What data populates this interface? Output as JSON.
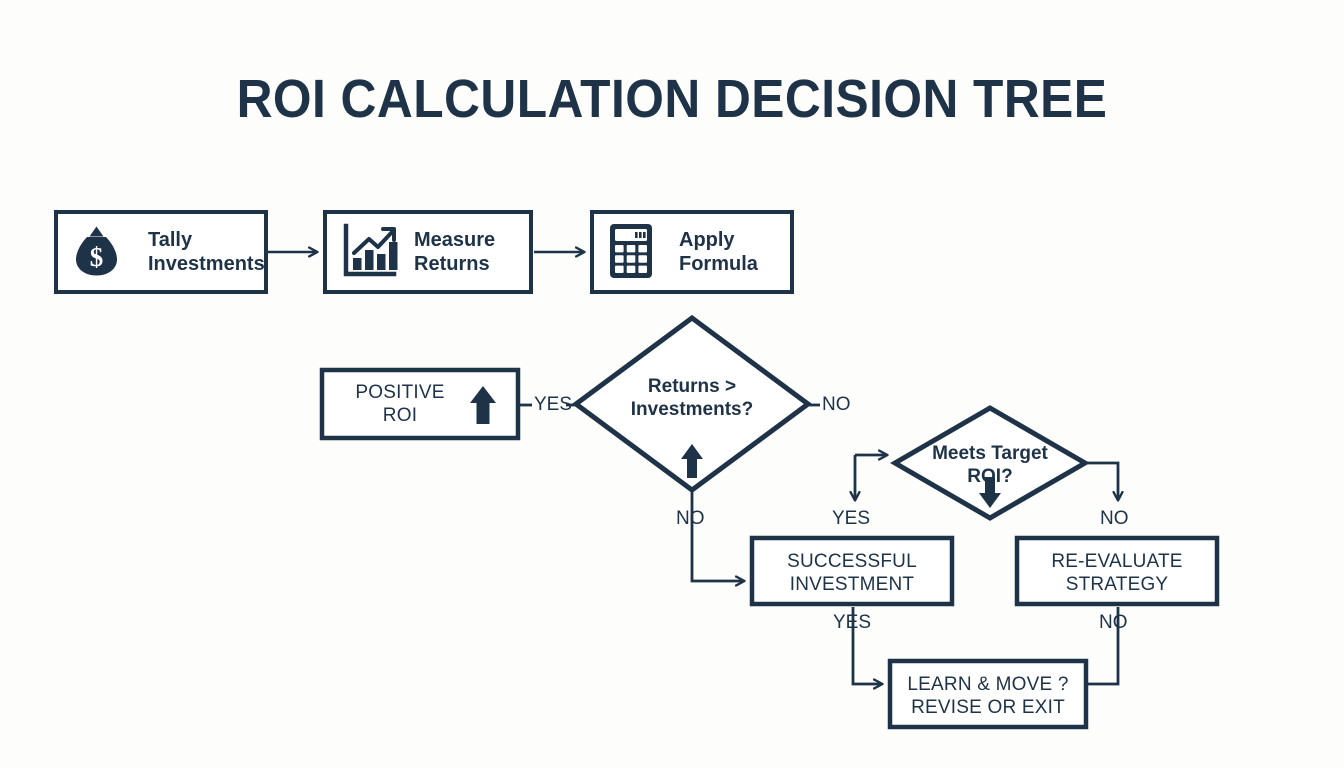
{
  "title": "ROI CALCULATION DECISION TREE",
  "theme": {
    "background": "#fdfdfc",
    "stroke": "#1e3348",
    "node_fill": "#ffffff",
    "text": "#1e3348"
  },
  "process_steps": [
    {
      "icon": "money-bag-icon",
      "line1": "Tally",
      "line2": "Investments"
    },
    {
      "icon": "bar-chart-growth-icon",
      "line1": "Measure",
      "line2": "Returns"
    },
    {
      "icon": "calculator-icon",
      "line1": "Apply",
      "line2": "Formula"
    }
  ],
  "decisions": [
    {
      "id": "returns-vs-investments",
      "line1": "Returns >",
      "line2": "Investments?",
      "yes_label": "YES",
      "no_label": "NO",
      "inner_icon": "up-arrow-icon"
    },
    {
      "id": "meets-target-roi",
      "line1": "Meets Target",
      "line2": "ROI?",
      "yes_label": "YES",
      "no_label": "NO",
      "inner_icon": "down-arrow-icon"
    }
  ],
  "outcomes": [
    {
      "id": "positive-roi",
      "line1": "POSITIVE",
      "line2": "ROI",
      "icon": "up-arrow-icon"
    },
    {
      "id": "successful-investment",
      "line1": "SUCCESSFUL",
      "line2": "INVESTMENT",
      "icon": null
    },
    {
      "id": "re-evaluate-strategy",
      "line1": "RE-EVALUATE",
      "line2": "STRATEGY",
      "icon": null
    },
    {
      "id": "learn-and-move",
      "line1": "LEARN & MOVE ?",
      "line2": "REVISE OR EXIT",
      "icon": null
    }
  ],
  "edge_labels": {
    "diamond1_yes": "YES",
    "diamond1_no_right": "NO",
    "diamond1_no_down": "NO",
    "diamond2_yes": "YES",
    "diamond2_no": "NO",
    "successful_yes": "YES",
    "reevaluate_no": "NO"
  }
}
